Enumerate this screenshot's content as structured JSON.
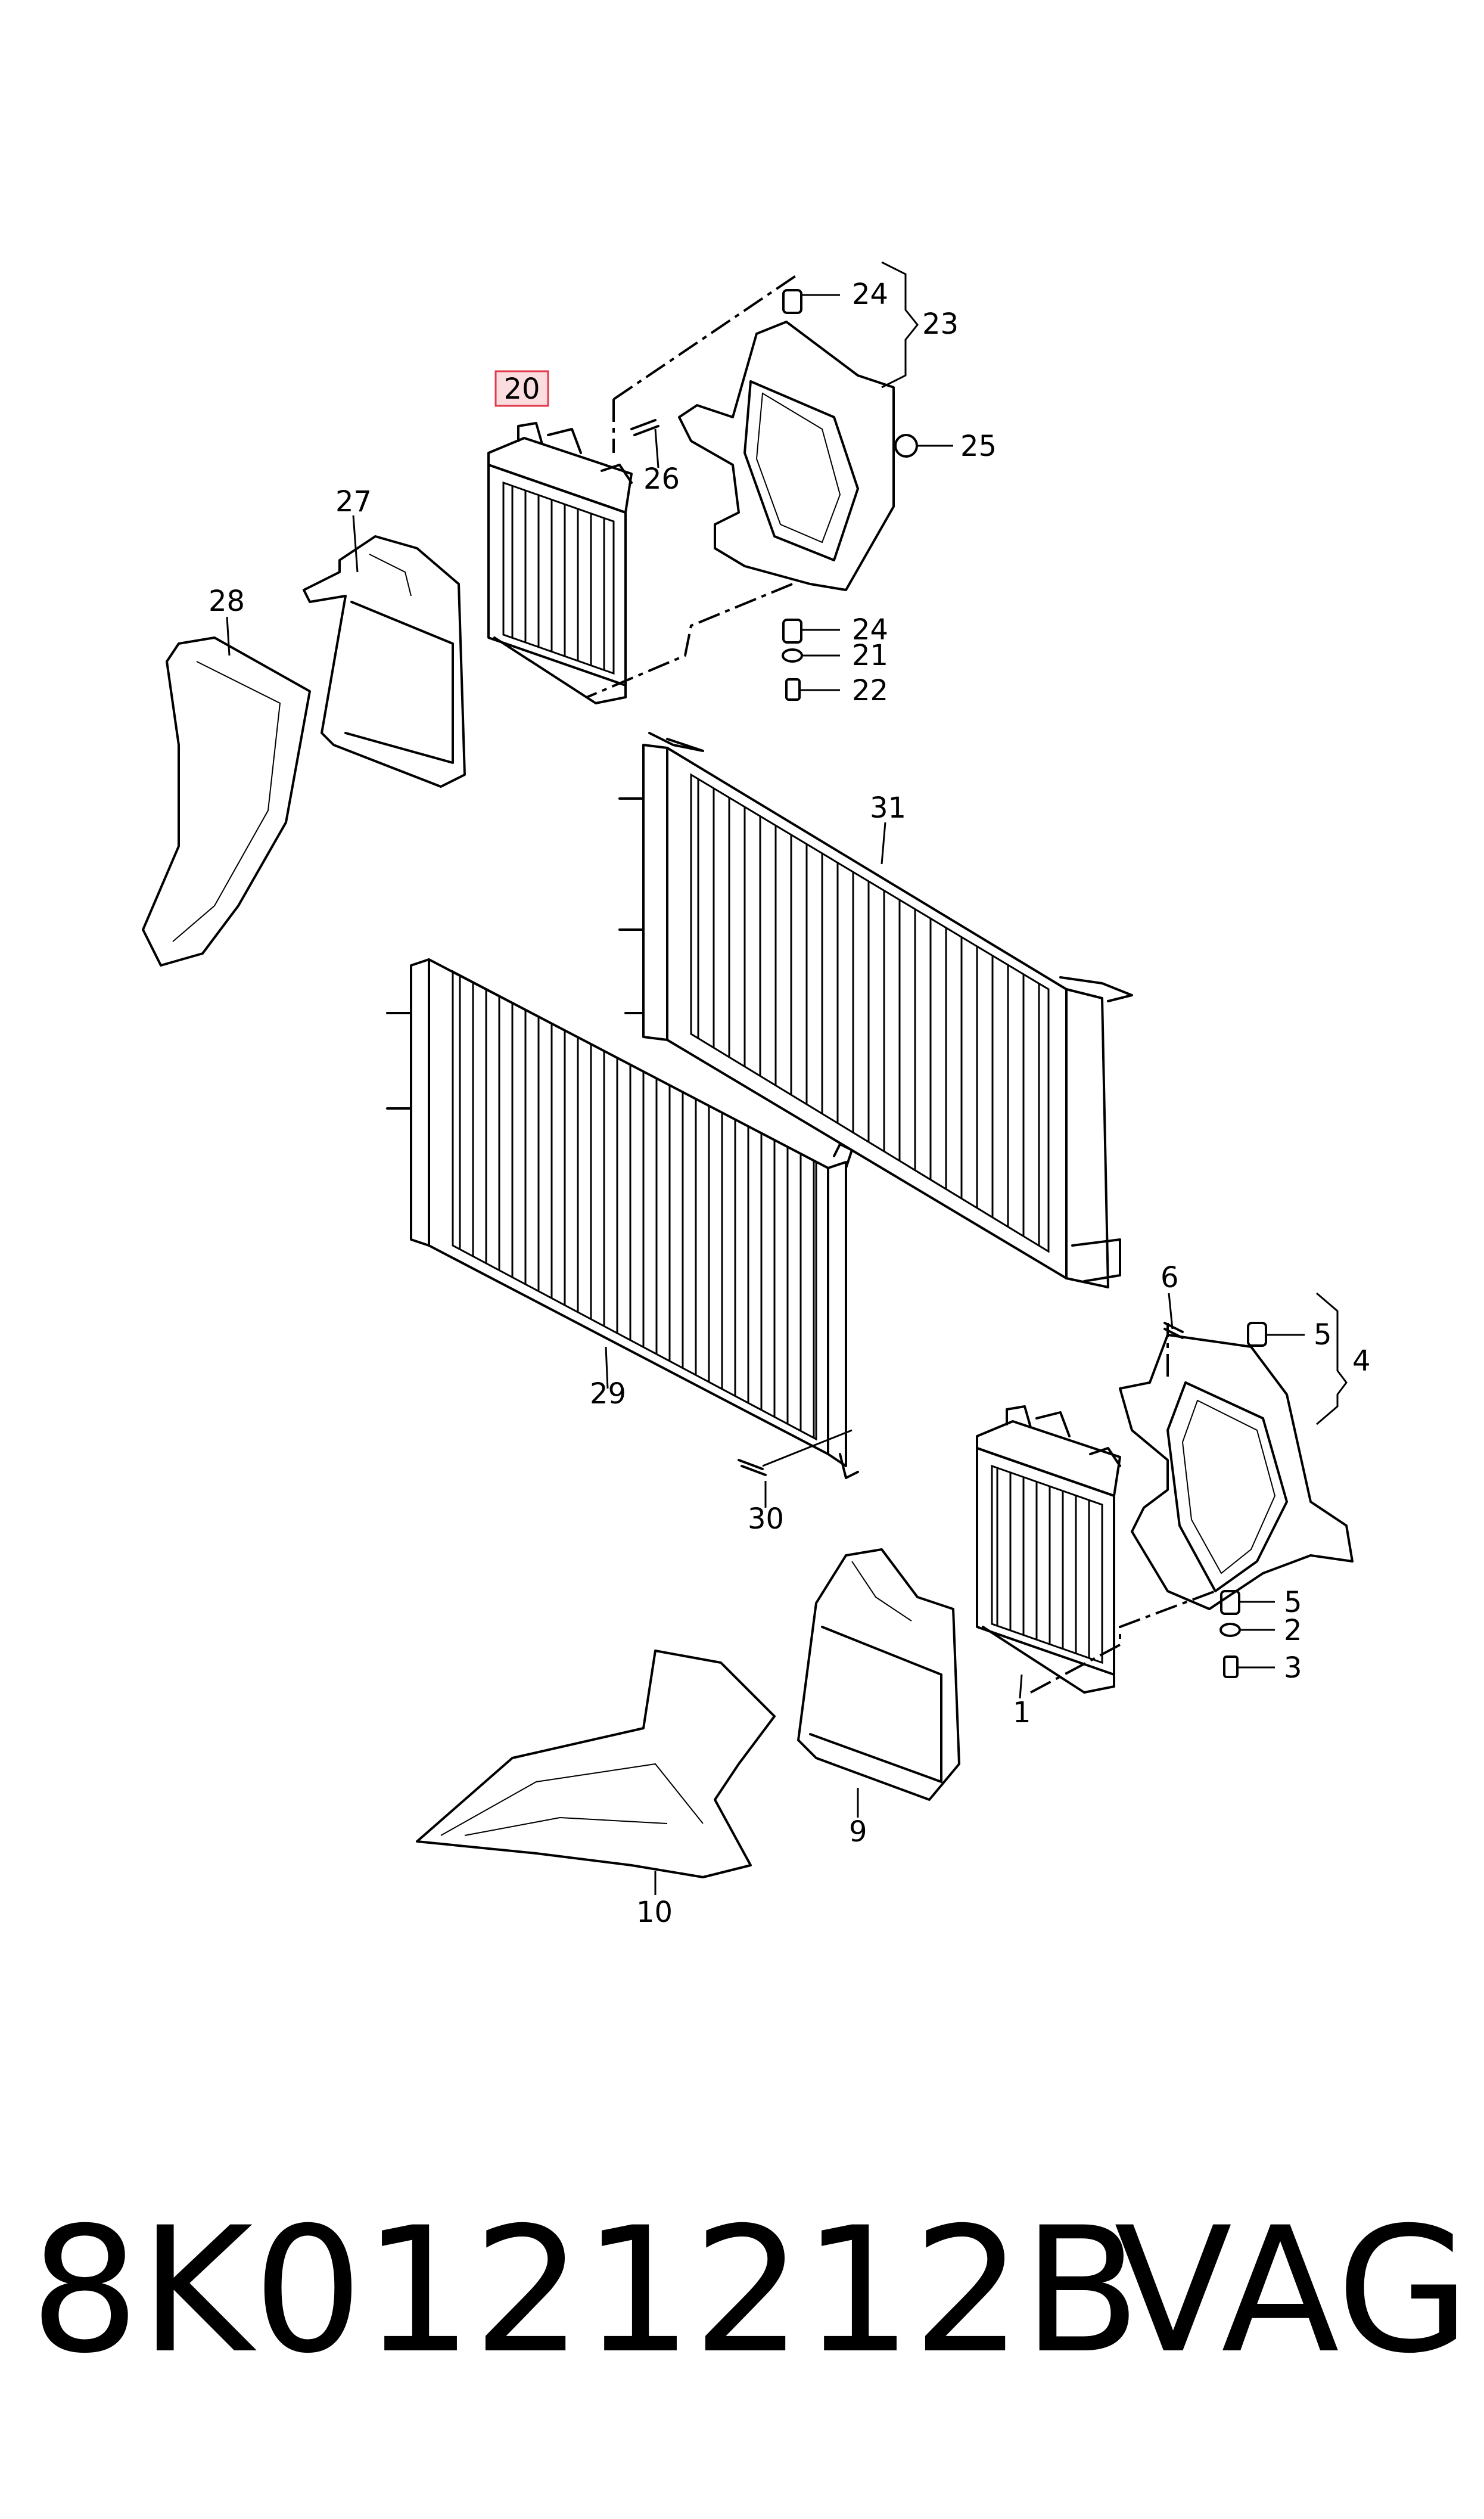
{
  "highlight": {
    "color": "#e23a4a",
    "fill": "#fbdde0"
  },
  "callouts": {
    "c1": "1",
    "c2": "2",
    "c3": "3",
    "c4": "4",
    "c5a": "5",
    "c5b": "5",
    "c6": "6",
    "c9": "9",
    "c10": "10",
    "c20": "20",
    "c21": "21",
    "c22": "22",
    "c23": "23",
    "c24a": "24",
    "c24b": "24",
    "c25": "25",
    "c26": "26",
    "c27": "27",
    "c28": "28",
    "c29": "29",
    "c30": "30",
    "c31": "31"
  },
  "footer": {
    "part_number": "8K0121212B",
    "brand": "VAG"
  }
}
